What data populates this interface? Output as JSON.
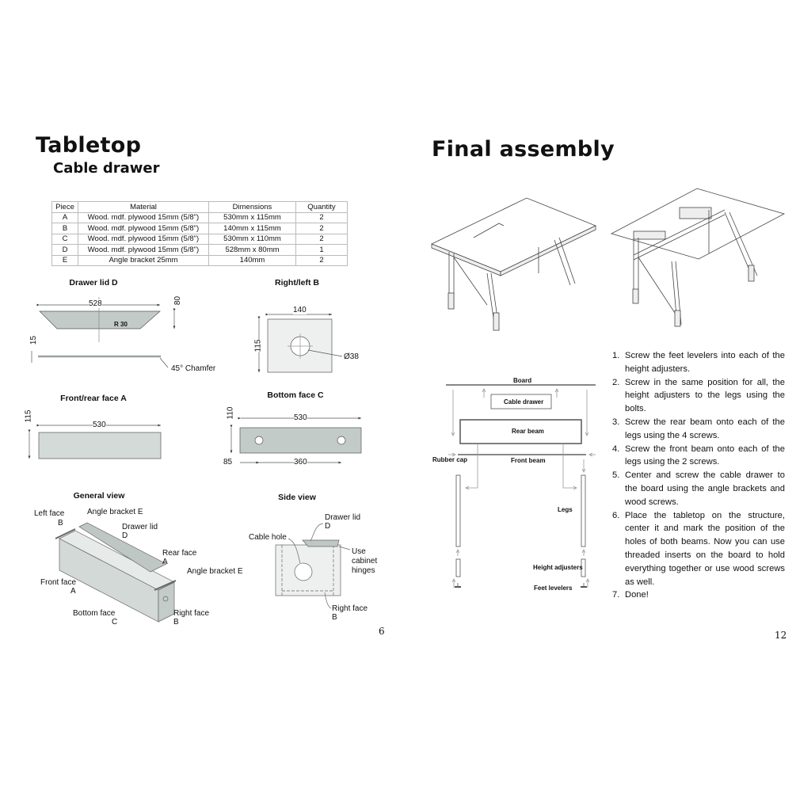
{
  "left_page": {
    "title": "Tabletop",
    "subtitle": "Cable drawer",
    "table": {
      "headers": [
        "Piece",
        "Material",
        "Dimensions",
        "Quantity"
      ],
      "rows": [
        [
          "A",
          "Wood. mdf. plywood 15mm (5/8\")",
          "530mm x 115mm",
          "2"
        ],
        [
          "B",
          "Wood. mdf. plywood 15mm (5/8\")",
          "140mm x 115mm",
          "2"
        ],
        [
          "C",
          "Wood. mdf. plywood 15mm (5/8\")",
          "530mm x 110mm",
          "2"
        ],
        [
          "D",
          "Wood. mdf. plywood 15mm (5/8\")",
          "528mm x 80mm",
          "1"
        ],
        [
          "E",
          "Angle bracket 25mm",
          "140mm",
          "2"
        ]
      ]
    },
    "drawer_lid": {
      "title": "Drawer lid D",
      "width": "528",
      "height": "80",
      "radius": "R 30",
      "thickness": "15",
      "chamfer": "45° Chamfer"
    },
    "right_left": {
      "title": "Right/left B",
      "width": "140",
      "height": "115",
      "hole": "Ø38"
    },
    "front_rear": {
      "title": "Front/rear face A",
      "width": "530",
      "height": "115"
    },
    "bottom": {
      "title": "Bottom face C",
      "width": "530",
      "height": "110",
      "offset": "85",
      "spacing": "360"
    },
    "general_view": {
      "title": "General view",
      "labels": {
        "left_face": "Left face",
        "left_face_id": "B",
        "angle_bracket_1": "Angle bracket E",
        "drawer_lid": "Drawer lid",
        "drawer_lid_id": "D",
        "rear_face": "Rear face",
        "rear_face_id": "A",
        "angle_bracket_2": "Angle bracket E",
        "front_face": "Front face",
        "front_face_id": "A",
        "bottom_face": "Bottom face",
        "bottom_face_id": "C",
        "right_face": "Right face",
        "right_face_id": "B"
      }
    },
    "side_view": {
      "title": "Side view",
      "labels": {
        "drawer_lid": "Drawer lid",
        "drawer_lid_id": "D",
        "cable_hole": "Cable hole",
        "hinges": [
          "Use",
          "cabinet",
          "hinges"
        ],
        "right_face": "Right face",
        "right_face_id": "B"
      }
    },
    "page_number": "6"
  },
  "right_page": {
    "title": "Final assembly",
    "exploded": {
      "board": "Board",
      "cable_drawer": "Cable drawer",
      "rear_beam": "Rear beam",
      "rubber_cap": "Rubber cap",
      "front_beam": "Front beam",
      "legs": "Legs",
      "height_adjusters": "Height adjusters",
      "feet_levelers": "Feet levelers"
    },
    "steps": [
      "Screw the feet levelers into each of the height adjusters.",
      "Screw in the same position for all, the height adjusters to the legs using the bolts.",
      "Screw the rear beam onto each of the legs using the 4 screws.",
      "Screw the front beam onto each of the legs using the 2 screws.",
      "Center and screw the cable drawer to the board using the angle brackets and wood screws.",
      "Place the tabletop on the structure, center it and mark the position of the holes of both beams. Now you can use threaded inserts on the board to hold everything together or use wood screws as well.",
      "Done!"
    ],
    "page_number": "12"
  }
}
